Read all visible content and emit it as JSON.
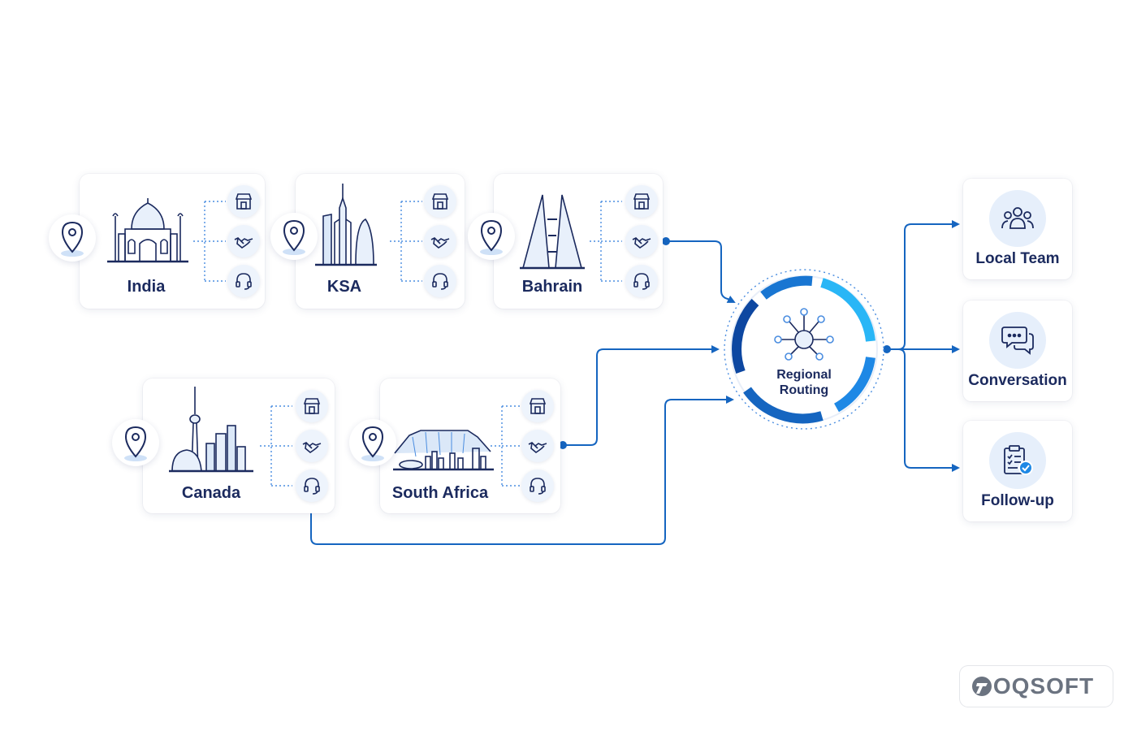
{
  "countries": [
    {
      "name": "India",
      "services": [
        "store-icon",
        "handshake-icon",
        "headset-icon"
      ]
    },
    {
      "name": "KSA",
      "services": [
        "store-icon",
        "handshake-icon",
        "headset-icon"
      ]
    },
    {
      "name": "Bahrain",
      "services": [
        "store-icon",
        "handshake-icon",
        "headset-icon"
      ]
    },
    {
      "name": "Canada",
      "services": [
        "store-icon",
        "handshake-icon",
        "headset-icon"
      ]
    },
    {
      "name": "South Africa",
      "services": [
        "store-icon",
        "handshake-icon",
        "headset-icon"
      ]
    }
  ],
  "hub": {
    "line1": "Regional",
    "line2": "Routing",
    "icon": "network-hub-icon"
  },
  "outputs": [
    {
      "label": "Local Team",
      "icon": "team-icon"
    },
    {
      "label": "Conversation",
      "icon": "chat-bubbles-icon"
    },
    {
      "label": "Follow-up",
      "icon": "clipboard-check-icon"
    }
  ],
  "brand": {
    "name": "OQSOFT"
  },
  "colors": {
    "primary": "#1565c0",
    "dark": "#1b2a5e",
    "accent": "#2196f3",
    "light": "#e6effb"
  }
}
